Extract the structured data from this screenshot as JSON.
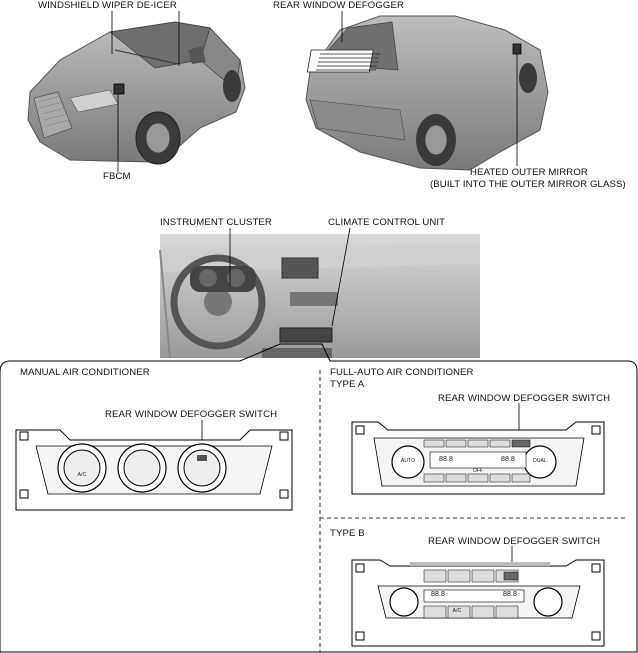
{
  "labels": {
    "windshield_deicer": "WINDSHIELD WIPER DE-ICER",
    "fbcm": "FBCM",
    "rear_defogger": "REAR WINDOW DEFOGGER",
    "heated_mirror_1": "HEATED OUTER MIRROR",
    "heated_mirror_2": "(BUILT INTO THE OUTER MIRROR GLASS)",
    "instrument_cluster": "INSTRUMENT CLUSTER",
    "climate_unit": "CLIMATE CONTROL UNIT",
    "manual_ac": "MANUAL AIR CONDITIONER",
    "manual_switch": "REAR WINDOW DEFOGGER SWITCH",
    "full_auto": "FULL-AUTO AIR CONDITIONER",
    "type_a": "TYPE A",
    "type_a_switch": "REAR WINDOW DEFOGGER SWITCH",
    "type_b": "TYPE B",
    "type_b_switch": "REAR WINDOW DEFOGGER SWITCH"
  },
  "panel_text": {
    "ac": "A/C",
    "auto": "AUTO",
    "off": "OFF",
    "dual": "DUAL",
    "temp": "88.8"
  }
}
